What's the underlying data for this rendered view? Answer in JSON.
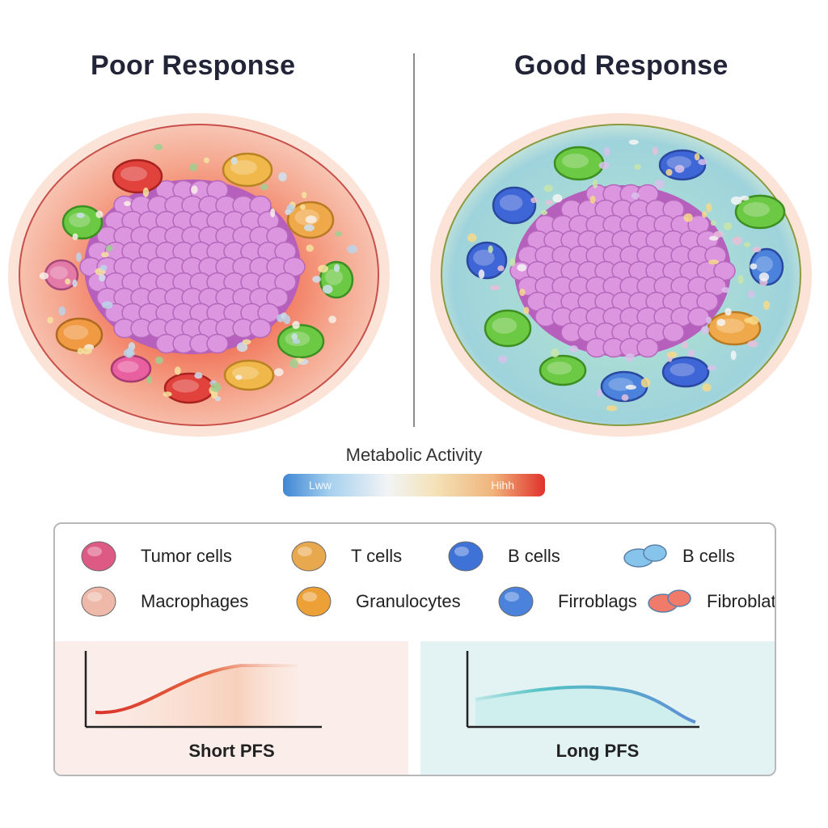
{
  "titles": {
    "left": "Poor Response",
    "right": "Good Response"
  },
  "scale": {
    "title": "Metabolic Activity",
    "low_label": "Lww",
    "high_label": "Hihh"
  },
  "colors": {
    "poor_bg": "#f2a48c",
    "good_bg": "#a8dbd6",
    "tumor": "#d78ad9",
    "hot": "#e0322b",
    "cold": "#3e86d4"
  },
  "legend": [
    {
      "label": "Tumor cells",
      "color": "#dd5a84",
      "icon": "tumor-cell-icon"
    },
    {
      "label": "T cells",
      "color": "#e8a84e",
      "icon": "t-cell-icon"
    },
    {
      "label": "B cells",
      "color": "#3f72d6",
      "icon": "b-cell-icon"
    },
    {
      "label": "B cells",
      "color": "#86c4ec",
      "icon": "b-cell-cluster-icon"
    },
    {
      "label": "Macrophages",
      "color": "#eeb9a8",
      "icon": "macrophage-icon"
    },
    {
      "label": "Granulocytes",
      "color": "#eca036",
      "icon": "granulocyte-icon"
    },
    {
      "label": "Firroblags",
      "color": "#4a82dc",
      "icon": "fibroblast-icon"
    },
    {
      "label": "Fibroblatts",
      "color": "#f07b6a",
      "icon": "fibroblast-cluster-icon"
    }
  ],
  "pfs": {
    "left_label": "Short PFS",
    "right_label": "Long PFS"
  }
}
